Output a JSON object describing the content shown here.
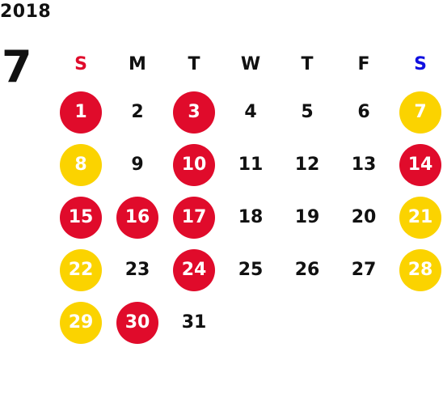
{
  "calendar": {
    "year": "2018",
    "month": "7",
    "weekdays": [
      {
        "label": "S",
        "color": "#e00b2b"
      },
      {
        "label": "M",
        "color": "#111111"
      },
      {
        "label": "T",
        "color": "#111111"
      },
      {
        "label": "W",
        "color": "#111111"
      },
      {
        "label": "T",
        "color": "#111111"
      },
      {
        "label": "F",
        "color": "#111111"
      },
      {
        "label": "S",
        "color": "#1010e0"
      }
    ],
    "weeks": [
      [
        {
          "day": "1",
          "mark": "red"
        },
        {
          "day": "2",
          "mark": "none"
        },
        {
          "day": "3",
          "mark": "red"
        },
        {
          "day": "4",
          "mark": "none"
        },
        {
          "day": "5",
          "mark": "none"
        },
        {
          "day": "6",
          "mark": "none"
        },
        {
          "day": "7",
          "mark": "yellow"
        }
      ],
      [
        {
          "day": "8",
          "mark": "yellow"
        },
        {
          "day": "9",
          "mark": "none"
        },
        {
          "day": "10",
          "mark": "red"
        },
        {
          "day": "11",
          "mark": "none"
        },
        {
          "day": "12",
          "mark": "none"
        },
        {
          "day": "13",
          "mark": "none"
        },
        {
          "day": "14",
          "mark": "red"
        }
      ],
      [
        {
          "day": "15",
          "mark": "red"
        },
        {
          "day": "16",
          "mark": "red"
        },
        {
          "day": "17",
          "mark": "red"
        },
        {
          "day": "18",
          "mark": "none"
        },
        {
          "day": "19",
          "mark": "none"
        },
        {
          "day": "20",
          "mark": "none"
        },
        {
          "day": "21",
          "mark": "yellow"
        }
      ],
      [
        {
          "day": "22",
          "mark": "yellow"
        },
        {
          "day": "23",
          "mark": "none"
        },
        {
          "day": "24",
          "mark": "red"
        },
        {
          "day": "25",
          "mark": "none"
        },
        {
          "day": "26",
          "mark": "none"
        },
        {
          "day": "27",
          "mark": "none"
        },
        {
          "day": "28",
          "mark": "yellow"
        }
      ],
      [
        {
          "day": "29",
          "mark": "yellow"
        },
        {
          "day": "30",
          "mark": "red"
        },
        {
          "day": "31",
          "mark": "none"
        },
        {
          "day": "",
          "mark": "none"
        },
        {
          "day": "",
          "mark": "none"
        },
        {
          "day": "",
          "mark": "none"
        },
        {
          "day": "",
          "mark": "none"
        }
      ]
    ],
    "mark_colors": {
      "red": "#e00b2b",
      "yellow": "#fbd300"
    }
  }
}
